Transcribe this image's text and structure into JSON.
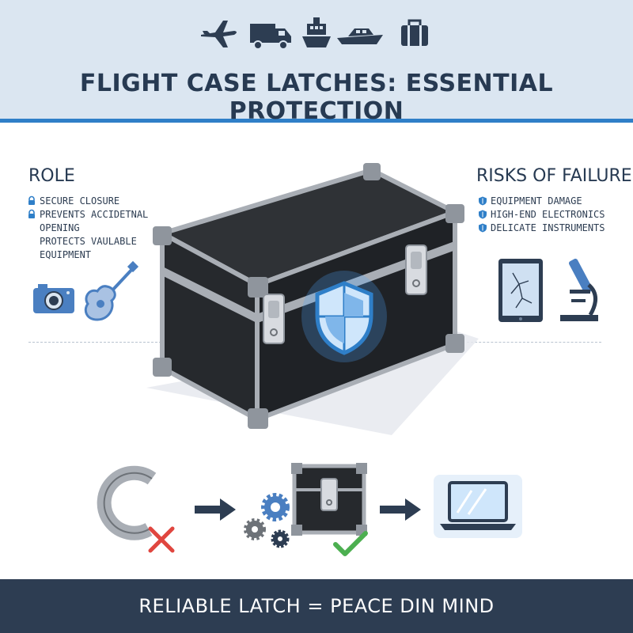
{
  "header": {
    "transport_icons": [
      "airplane-icon",
      "truck-icon",
      "ship-icon",
      "boat-icon",
      "suitcase-icon"
    ],
    "title": "FLIGHT CASE LATCHES: ESSENTIAL PROTECTION"
  },
  "role": {
    "title": "ROLE",
    "items": [
      {
        "icon": "lock-icon",
        "text": "SECURE CLOSURE"
      },
      {
        "icon": "lock-icon",
        "text": "PREVENTS ACCIDETNAL OPENING"
      },
      {
        "icon": "",
        "text": "PROTECTS VAULABLE"
      },
      {
        "icon": "",
        "text": "EQUIPMENT"
      }
    ],
    "icons": [
      "camera-icon",
      "guitar-icon"
    ]
  },
  "risks": {
    "title": "RISKS OF FAILURE",
    "items": [
      {
        "icon": "shield-icon",
        "text": "EQUIPMENT DAMAGE"
      },
      {
        "icon": "shield-icon",
        "text": "HIGH-END ELECTRONICS"
      },
      {
        "icon": "shield-icon",
        "text": "DELICATE INSTRUMENTS"
      }
    ],
    "icons": [
      "cracked-tablet-icon",
      "microscope-icon"
    ]
  },
  "center_illustration": "flight-case-with-shield",
  "flow": [
    "broken-latch-icon",
    "gears-icon",
    "closed-case-icon",
    "laptop-icon"
  ],
  "footer": {
    "text": "RELIABLE LATCH = PEACE DIN MIND"
  },
  "colors": {
    "header_bg": "#dbe6f1",
    "accent": "#2f7fc8",
    "dark": "#2d3d52",
    "icon_blue": "#4a7fc1",
    "red": "#e0463f",
    "green": "#4caf50"
  }
}
